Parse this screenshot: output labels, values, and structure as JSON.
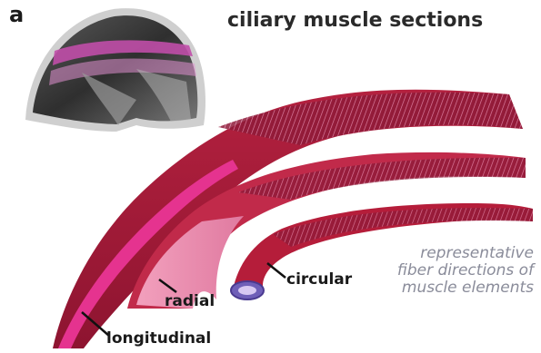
{
  "figure": {
    "panel_letter": "a",
    "title": "ciliary muscle sections",
    "labels": {
      "radial": "radial",
      "circular": "circular",
      "longitudinal": "longitudinal"
    },
    "annotation_lines": [
      "representative",
      "fiber directions of",
      "muscle elements"
    ]
  }
}
